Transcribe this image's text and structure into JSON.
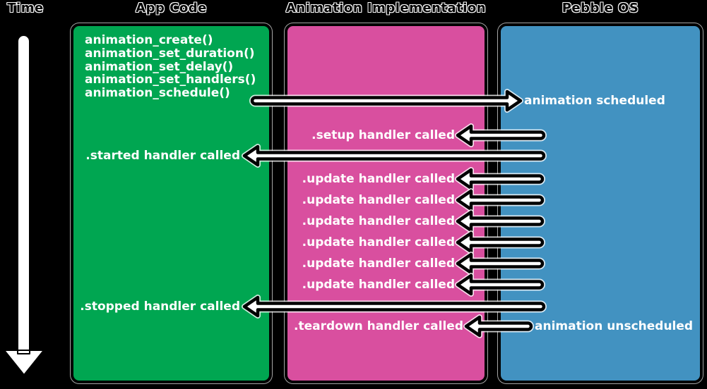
{
  "headers": {
    "time": "Time",
    "app_code": "App Code",
    "animation_implementation": "Animation Implementation",
    "pebble_os": "Pebble OS"
  },
  "colors": {
    "background": "#000000",
    "app_code_box": "#00A651",
    "animation_implementation_box": "#D94F9F",
    "pebble_os_box": "#4292C1",
    "label_text": "#FFFFFF",
    "arrow_fill": "#FFFFFF",
    "arrow_outline": "#000000"
  },
  "app_code": {
    "calls": [
      "animation_create()",
      "animation_set_duration()",
      "animation_set_delay()",
      "animation_set_handlers()",
      "animation_schedule()"
    ],
    "started": ".started handler called",
    "stopped": ".stopped handler called"
  },
  "animation_implementation": {
    "setup": ".setup handler called",
    "updates": [
      ".update handler called",
      ".update handler called",
      ".update handler called",
      ".update handler called",
      ".update handler called",
      ".update handler called"
    ],
    "teardown": ".teardown handler called"
  },
  "pebble_os": {
    "scheduled": "animation scheduled",
    "unscheduled": "animation unscheduled"
  }
}
